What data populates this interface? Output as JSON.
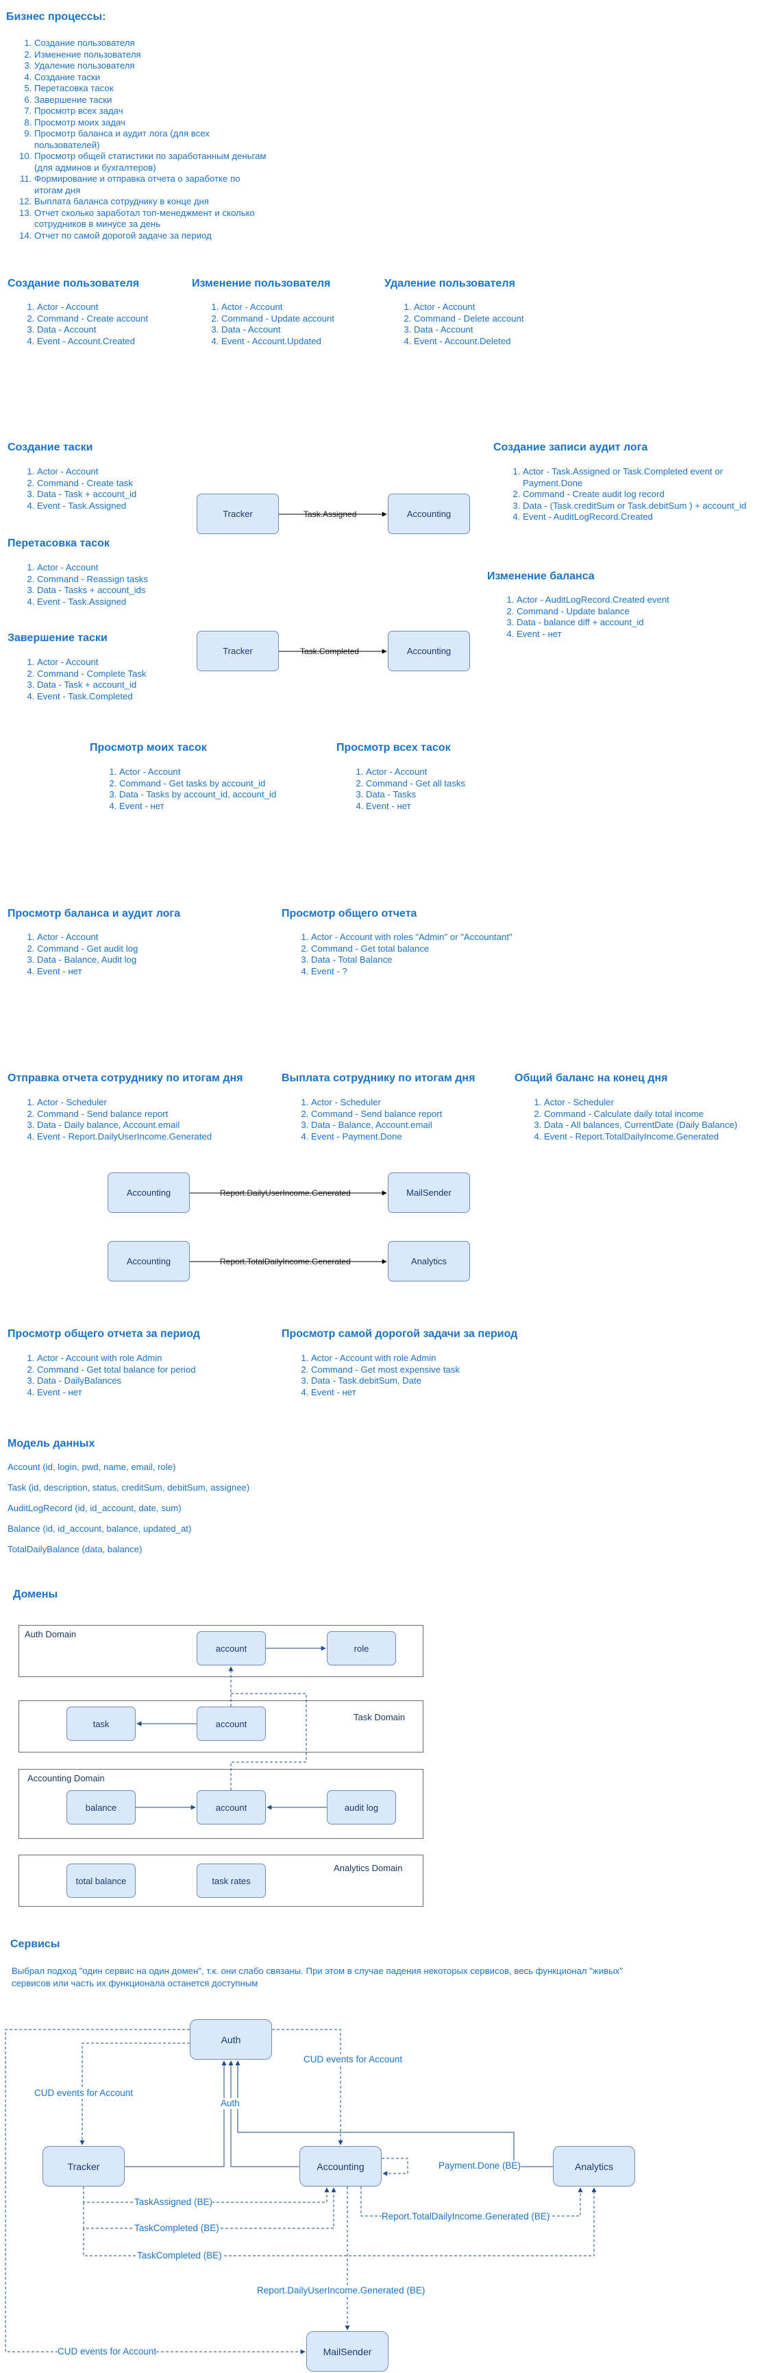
{
  "business": {
    "title": "Бизнес процессы:",
    "items": [
      "Создание пользователя",
      "Изменение пользователя",
      "Удаление пользователя",
      "Создание таски",
      "Перетасовка тасок",
      "Завершение таски",
      "Просмотр всех задач",
      "Просмотр моих задач",
      "Просмотр баланса и аудит лога (для всех пользователей)",
      "Просмотр общей статистики по заработанным деньгам (для админов и бухгалтеров)",
      "Формирование и отправка отчета о заработке по итогам дня",
      "Выплата баланса сотруднику в конце дня",
      "Отчет сколько заработал топ-менеджмент и сколько сотрудников в минусе за день",
      "Отчет по самой дорогой задаче за период"
    ]
  },
  "user_create": {
    "title": "Создание пользователя",
    "items": [
      "Actor - Account",
      "Command - Create account",
      "Data - Account",
      "Event - Account.Created"
    ]
  },
  "user_update": {
    "title": "Изменение пользователя",
    "items": [
      "Actor - Account",
      "Command - Update account",
      "Data - Account",
      "Event - Account.Updated"
    ]
  },
  "user_delete": {
    "title": "Удаление пользователя",
    "items": [
      "Actor - Account",
      "Command - Delete account",
      "Data - Account",
      "Event - Account.Deleted"
    ]
  },
  "task_create": {
    "title": "Создание таски",
    "items": [
      "Actor - Account",
      "Command - Create task",
      "Data - Task + account_id",
      "Event - Task.Assigned"
    ]
  },
  "task_reassign": {
    "title": "Перетасовка тасок",
    "items": [
      "Actor - Account",
      "Command - Reassign tasks",
      "Data - Tasks + account_ids",
      "Event - Task.Assigned"
    ]
  },
  "task_complete": {
    "title": "Завершение таски",
    "items": [
      "Actor - Account",
      "Command - Complete Task",
      "Data - Task + account_id",
      "Event - Task.Completed"
    ]
  },
  "audit_create": {
    "title": "Создание записи аудит лога",
    "items": [
      "Actor - Task.Assigned or Task.Completed event or Payment.Done",
      "Command - Create audit log record",
      "Data - (Task.creditSum or Task.debitSum ) + account_id",
      "Event - AuditLogRecord.Created"
    ]
  },
  "balance_change": {
    "title": "Изменение баланса",
    "items": [
      "Actor - AuditLogRecord.Created event",
      "Command - Update balance",
      "Data - balance diff + account_id",
      "Event - нет"
    ]
  },
  "flow1": {
    "from": "Tracker",
    "to": "Accounting",
    "label": "Task.Assigned"
  },
  "flow2": {
    "from": "Tracker",
    "to": "Accounting",
    "label": "Task.Completed"
  },
  "my_tasks": {
    "title": "Просмотр моих тасок",
    "items": [
      "Actor - Account",
      "Command - Get tasks by account_id",
      "Data - Tasks by account_id, account_id",
      "Event - нет"
    ]
  },
  "all_tasks": {
    "title": "Просмотр всех тасок",
    "items": [
      "Actor - Account",
      "Command - Get all tasks",
      "Data - Tasks",
      "Event - нет"
    ]
  },
  "balance_view": {
    "title": "Просмотр баланса и аудит лога",
    "items": [
      "Actor - Account",
      "Command - Get audit log",
      "Data - Balance, Audit log",
      "Event - нет"
    ]
  },
  "total_report": {
    "title": "Просмотр общего отчета",
    "items": [
      "Actor - Account with roles \"Admin\" or \"Accountant\"",
      "Command - Get total balance",
      "Data - Total Balance",
      "Event - ?"
    ]
  },
  "daily_report": {
    "title": "Отправка отчета сотруднику по итогам дня",
    "items": [
      "Actor - Scheduler",
      "Command - Send balance report",
      "Data - Daily balance, Account.email",
      "Event - Report.DailyUserIncome.Generated"
    ]
  },
  "payout": {
    "title": "Выплата сотруднику по итогам дня",
    "items": [
      "Actor - Scheduler",
      "Command - Send balance report",
      "Data - Balance, Account.email",
      "Event - Payment.Done"
    ]
  },
  "eod_balance": {
    "title": "Общий баланс на конец дня",
    "items": [
      "Actor - Scheduler",
      "Command - Calculate daily total income",
      "Data - All balances, CurrentDate (Daily Balance)",
      "Event - Report.TotalDailyIncome.Generated"
    ]
  },
  "flow3": {
    "from": "Accounting",
    "to": "MailSender",
    "label": "Report.DailyUserIncome.Generated"
  },
  "flow4": {
    "from": "Accounting",
    "to": "Analytics",
    "label": "Report.TotalDailyIncome.Generated"
  },
  "period_report": {
    "title": "Просмотр общего отчета за период",
    "items": [
      "Actor - Account with role Admin",
      "Command - Get total balance for period",
      "Data - DailyBalances",
      "Event - нет"
    ]
  },
  "expensive_task": {
    "title": "Просмотр самой дорогой задачи за период",
    "items": [
      "Actor - Account with role Admin",
      "Command - Get most expensive task",
      "Data - Task.debitSum, Date",
      "Event - нет"
    ]
  },
  "model": {
    "title": "Модель данных",
    "items": [
      "Account (id, login, pwd, name, email, role)",
      "Task (id, description, status, creditSum, debitSum, assignee)",
      "AuditLogRecord (id, id_account, date, sum)",
      "Balance (id, id_account, balance, updated_at)",
      "TotalDailyBalance (data, balance)"
    ]
  },
  "domains": {
    "title": "Домены",
    "auth": {
      "label": "Auth Domain",
      "account": "account",
      "role": "role"
    },
    "task": {
      "label": "Task Domain",
      "task": "task",
      "account": "account"
    },
    "accounting": {
      "label": "Accounting Domain",
      "balance": "balance",
      "account": "account",
      "audit": "audit log"
    },
    "analytics": {
      "label": "Analytics Domain",
      "total": "total balance",
      "rates": "task rates"
    }
  },
  "services": {
    "title": "Сервисы",
    "description": "Выбрал подход \"один сервис на один домен\", т.к. они слабо связаны. При этом в случае падения некоторых сервисов,  весь функционал \"живых\" сервисов или часть их функционала останется доступным",
    "nodes": {
      "auth": "Auth",
      "tracker": "Tracker",
      "accounting": "Accounting",
      "analytics": "Analytics",
      "mail": "MailSender"
    },
    "labels": {
      "cud_right": "CUD events for Account",
      "cud_left": "CUD events for Account",
      "auth": "Auth",
      "payment": "Payment.Done (BE)",
      "total": "Report.TotalDailyIncome.Generated (BE)",
      "assigned": "TaskAssigned (BE)",
      "completed1": "TaskCompleted (BE)",
      "completed2": "TaskCompleted (BE)",
      "daily": "Report.DailyUserIncome.Generated (BE)",
      "cud_bottom": "CUD events for Account"
    }
  }
}
